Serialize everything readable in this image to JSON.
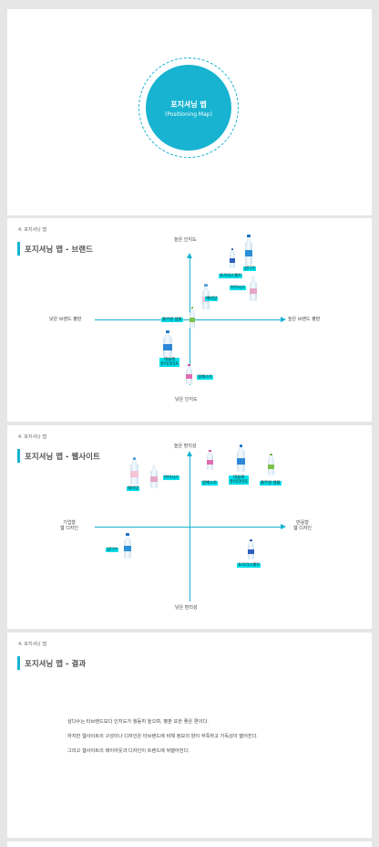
{
  "slide1": {
    "title_kr": "포지셔닝 맵",
    "title_en": "(Positioning Map)"
  },
  "slide2": {
    "crumb": "4. 포지셔닝 맵",
    "title": "포지셔닝 맵 - 브랜드",
    "axis_top": "높은 인지도",
    "axis_bottom": "낮은 인지도",
    "axis_left": "낮은 브랜드 평판",
    "axis_right": "높은 브랜드 평판",
    "tags": {
      "samdasoo": "삼다수",
      "pocarisweat": "포카리스웨트",
      "icis": "아이시스",
      "evian": "에비앙",
      "pulmone": "풀무원 샘물",
      "taeyang": "태슬레\n퓨어라이프",
      "fontaine": "몽베스트"
    },
    "colors": {
      "accent": "#17b3d1",
      "tag_bg": "#00e0ea"
    }
  },
  "slide3": {
    "crumb": "4. 포지셔닝 맵",
    "title": "포지셔닝 맵 - 웹사이트",
    "axis_top": "높은 편리성",
    "axis_bottom": "낮은 편리성",
    "axis_left": "기업형\n웹 디자인",
    "axis_right": "반응형\n웹 디자인",
    "tags": {
      "evian": "에비앙",
      "icis": "아이시스",
      "fontaine": "몽베스트",
      "taeyang": "태슬레\n퓨어라이프",
      "pulmone": "풀무원 샘물",
      "samdasoo": "삼다수",
      "pocarisweat": "포카리스웨트"
    }
  },
  "slide4": {
    "crumb": "4. 포지셔닝 맵",
    "title": "포지셔닝 맵 - 결과",
    "lines": [
      "삼다수는 타브랜드보다 인지도가 월등히 높으며, 평판 또한 좋은 편이다.",
      "하지만 웹사이트의 구성이나 디자인은 타브랜드에 비해 정보의 양이 부족하고 가독성이 떨어진다.",
      "그리고 웹사이트의 레이아웃과 디자인이 트렌드에 뒤떨어진다."
    ]
  }
}
